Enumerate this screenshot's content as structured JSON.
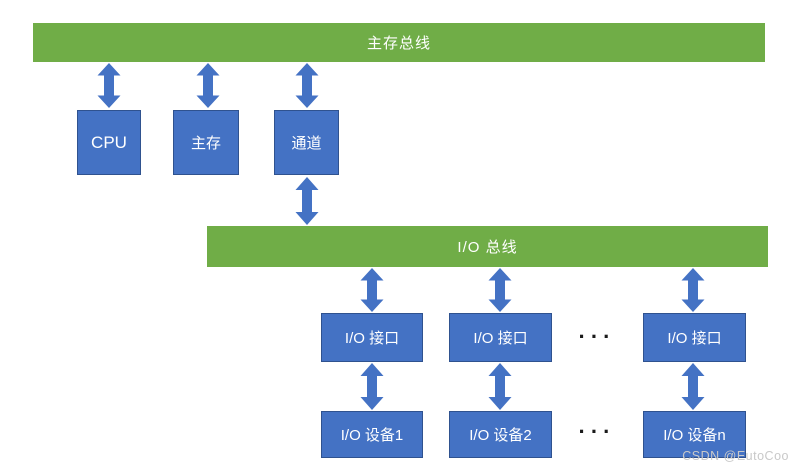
{
  "diagram": {
    "main_bus": {
      "label": "主存总线"
    },
    "io_bus": {
      "label": "I/O 总线"
    },
    "top_components": [
      {
        "label": "CPU"
      },
      {
        "label": "主存"
      },
      {
        "label": "通道"
      }
    ],
    "io_interfaces": [
      {
        "label": "I/O 接口"
      },
      {
        "label": "I/O 接口"
      },
      {
        "label": "I/O 接口"
      }
    ],
    "io_devices": [
      {
        "label": "I/O 设备1"
      },
      {
        "label": "I/O 设备2"
      },
      {
        "label": "I/O 设备n"
      }
    ],
    "ellipsis": "···",
    "watermark": "CSDN @EutoCoo",
    "colors": {
      "bus_green": "#70AD47",
      "box_fill": "#4472C4",
      "box_border": "#2F528F",
      "arrow": "#4472C4",
      "label_text": "#FFFFFF",
      "ellipsis_text": "#1A1A1A",
      "watermark_text": "#C9C9C9"
    }
  }
}
